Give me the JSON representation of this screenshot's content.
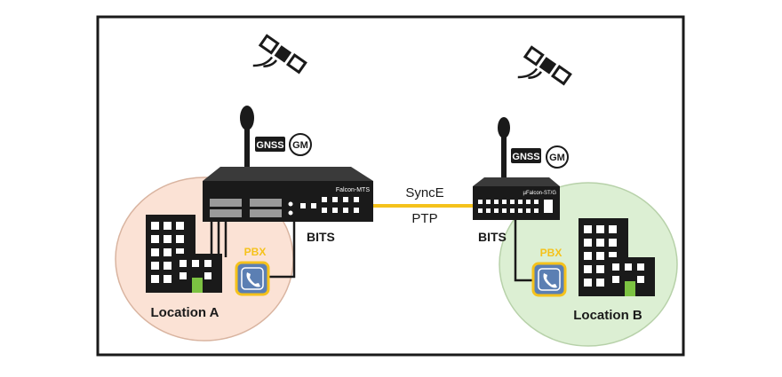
{
  "diagram": {
    "link": {
      "top_label": "SyncE",
      "bottom_label": "PTP",
      "color": "#f5c21b"
    },
    "location_a": {
      "label": "Location A",
      "fill": "#fbe2d5",
      "stroke": "#d9b4a0"
    },
    "location_b": {
      "label": "Location B",
      "fill": "#dcefd3",
      "stroke": "#b7d1a9"
    },
    "device_a": {
      "model": "Falcon-MTS",
      "gnss_label": "GNSS",
      "gm_label": "GM",
      "bits_label": "BITS"
    },
    "device_b": {
      "model": "µFalcon-ST/G",
      "gnss_label": "GNSS",
      "gm_label": "GM",
      "bits_label": "BITS"
    },
    "pbx_a": {
      "label": "PBX"
    },
    "pbx_b": {
      "label": "PBX"
    },
    "colors": {
      "pbx_label": "#f5c21b",
      "phone_bg": "#5b7fb3",
      "phone_border": "#f5c21b",
      "building_door": "#7cc242"
    },
    "icons": [
      "satellite-icon",
      "antenna-icon",
      "building-icon",
      "phone-icon"
    ]
  }
}
